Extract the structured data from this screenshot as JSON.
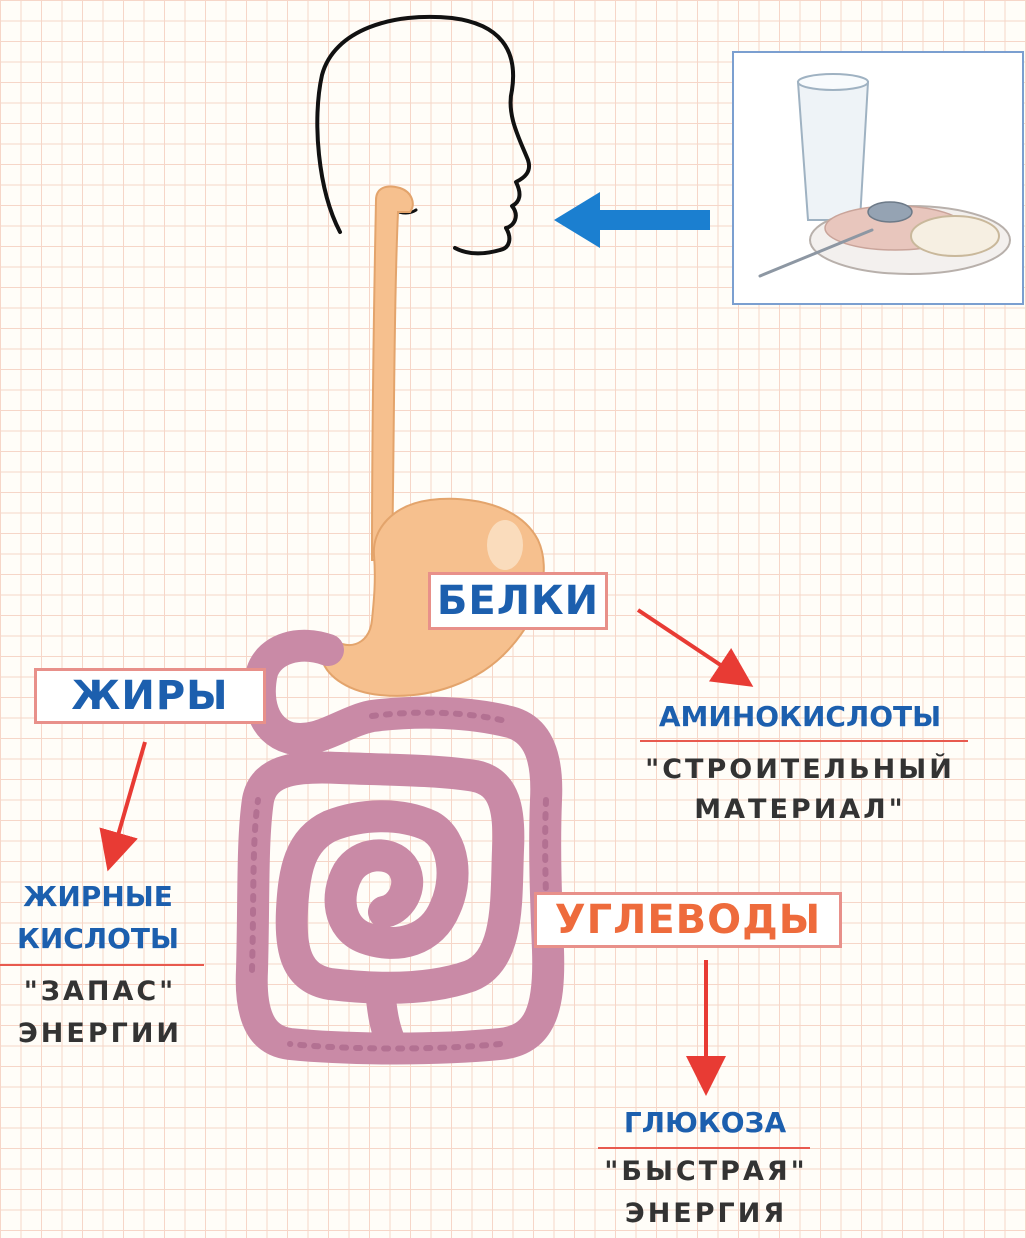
{
  "colors": {
    "nutrient_blue": "#1c5fae",
    "nutrient_orange": "#ee6b3c",
    "arrow_red": "#e83b34",
    "food_arrow_blue": "#1b7fd0",
    "organ_orange": "#f6c08e",
    "intestine_pink": "#c98aa6"
  },
  "nutrients": {
    "proteins": {
      "label": "БЕЛКИ",
      "product": "АМИНОКИСЛОТЫ",
      "role_line1": "\"СТРОИТЕЛЬНЫЙ",
      "role_line2": "МАТЕРИАЛ\""
    },
    "fats": {
      "label": "ЖИРЫ",
      "product_line1": "ЖИРНЫЕ",
      "product_line2": "КИСЛОТЫ",
      "role_line1": "\"ЗАПАС\"",
      "role_line2": "ЭНЕРГИИ"
    },
    "carbohydrates": {
      "label": "УГЛЕВОДЫ",
      "product": "ГЛЮКОЗА",
      "role_line1": "\"БЫСТРАЯ\"",
      "role_line2": "ЭНЕРГИЯ"
    }
  }
}
